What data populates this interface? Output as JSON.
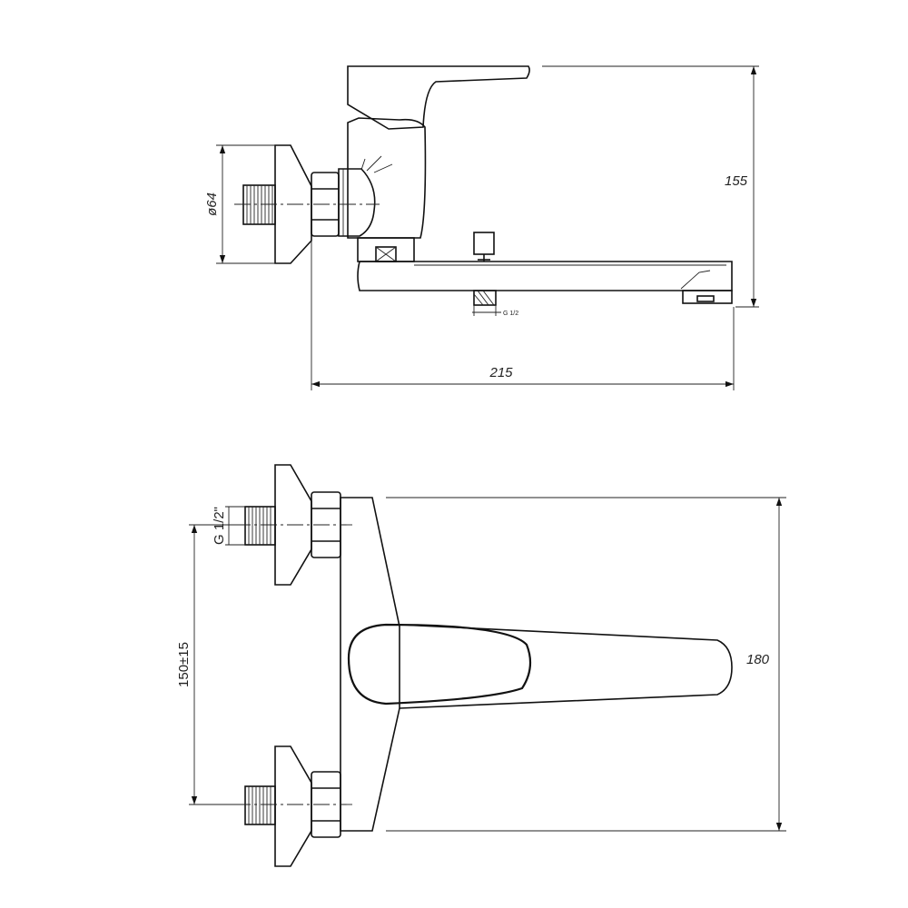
{
  "side_view": {
    "dim_height": "155",
    "dim_width": "215",
    "dim_flange_diameter": "ø64",
    "dim_aerator_thread": "G 1/2"
  },
  "top_view": {
    "dim_length": "180",
    "dim_pitch": "150±15",
    "dim_inlet_thread": "G 1/2\""
  }
}
